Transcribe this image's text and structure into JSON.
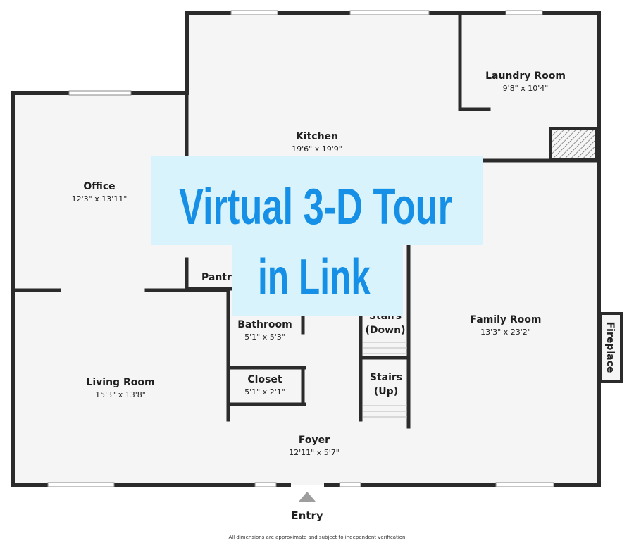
{
  "rooms": {
    "kitchen": {
      "name": "Kitchen",
      "dims": "19'6\" x 19'9\""
    },
    "laundry": {
      "name": "Laundry Room",
      "dims": "9'8\" x 10'4\""
    },
    "office": {
      "name": "Office",
      "dims": "12'3\" x 13'11\""
    },
    "pantry": {
      "name": "Pantry"
    },
    "bathroom": {
      "name": "Bathroom",
      "dims": "5'1\" x 5'3\""
    },
    "closet": {
      "name": "Closet",
      "dims": "5'1\" x 2'1\""
    },
    "living": {
      "name": "Living Room",
      "dims": "15'3\" x 13'8\""
    },
    "family": {
      "name": "Family Room",
      "dims": "13'3\" x 23'2\""
    },
    "foyer": {
      "name": "Foyer",
      "dims": "12'11\" x 5'7\""
    },
    "stairs_down": {
      "line1": "Stairs",
      "line2": "(Down)"
    },
    "stairs_up": {
      "line1": "Stairs",
      "line2": "(Up)"
    },
    "fireplace": {
      "name": "Fireplace"
    }
  },
  "entry_label": "Entry",
  "banner": {
    "line1": "Virtual 3-D Tour",
    "line2": "in Link"
  },
  "disclaimer": "All dimensions are approximate and subject to independent verification",
  "colors": {
    "wall": "#2b2b2b",
    "floor": "#f5f5f5",
    "banner_bg": "#d9f3fc",
    "banner_text": "#1590e6"
  }
}
